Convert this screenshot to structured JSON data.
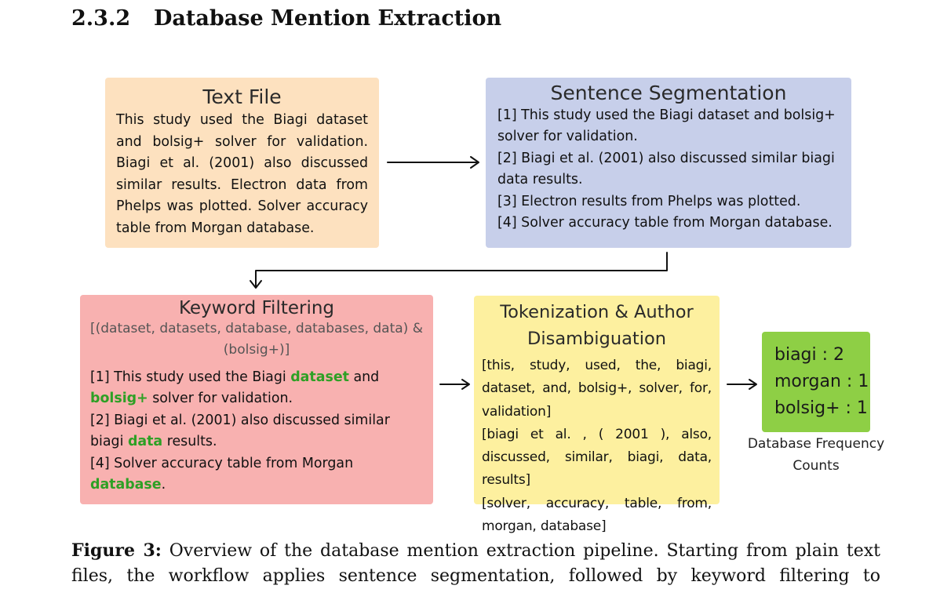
{
  "section": {
    "number": "2.3.2",
    "title": "Database Mention Extraction"
  },
  "text_file": {
    "title": "Text File",
    "body": "This study used the Biagi dataset and bolsig+ solver for validation. Biagi et al. (2001) also discussed similar results. Electron data from Phelps was plotted. Solver accuracy table from Morgan database."
  },
  "segmentation": {
    "title": "Sentence Segmentation",
    "sentences": [
      "[1] This study used the Biagi dataset and bolsig+ solver for validation.",
      "[2] Biagi et al. (2001) also discussed similar biagi data results.",
      "[3] Electron results from Phelps was plotted.",
      "[4] Solver accuracy table from Morgan database."
    ]
  },
  "keyword_filtering": {
    "title": "Keyword Filtering",
    "keywords": "[(dataset, datasets, database, databases, data) & (bolsig+)]",
    "s1_pre": "[1] This study used the Biagi ",
    "s1_kw1": "dataset",
    "s1_mid": " and ",
    "s1_kw2": "bolsig+",
    "s1_post": " solver for validation.",
    "s2_pre": "[2] Biagi et al. (2001) also discussed similar biagi ",
    "s2_kw": "data",
    "s2_post": " results.",
    "s4_pre": "[4] Solver accuracy table from Morgan ",
    "s4_kw": "database",
    "s4_post": "."
  },
  "tokenization": {
    "title": "Tokenization & Author Disambiguation",
    "tokens": [
      "[this, study, used, the, biagi, dataset, and, bolsig+, solver, for, validation]",
      "[biagi et al. , ( 2001 ), also, discussed, similar, biagi, data, results]",
      "[solver, accuracy, table, from, morgan, database]"
    ]
  },
  "counts": {
    "lines": [
      "biagi : 2",
      "morgan : 1",
      "bolsig+ : 1"
    ],
    "caption": "Database Frequency Counts"
  },
  "caption": {
    "label": "Figure 3:",
    "text": "Overview of the database mention extraction pipeline. Starting from plain text files, the workflow applies sentence segmentation, followed by keyword filtering to"
  },
  "colors": {
    "text_file_bg": "#fde1bf",
    "segmentation_bg": "#c7cfea",
    "keyword_bg": "#f8b1b0",
    "tokenization_bg": "#fdf09f",
    "counts_bg": "#8ecf45",
    "keyword_highlight": "#2ea025"
  }
}
